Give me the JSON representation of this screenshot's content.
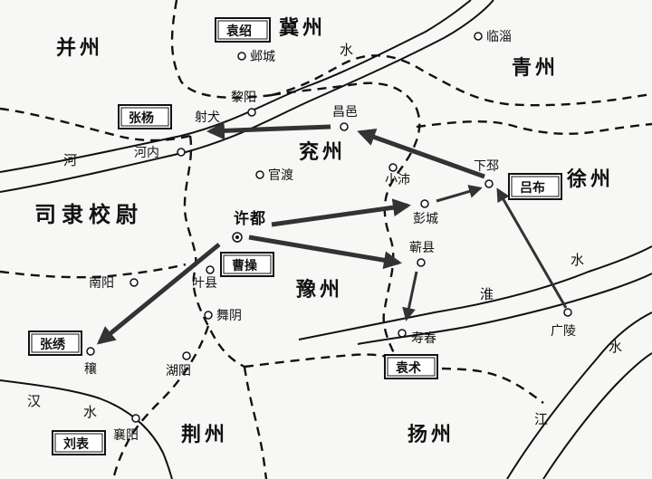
{
  "provinces": {
    "bingzhou": "并州",
    "jizhou": "冀州",
    "qingzhou": "青州",
    "yanzhou": "兖州",
    "xuzhou": "徐州",
    "silixiaowei": "司隶校尉",
    "yuzhou": "豫州",
    "jingzhou": "荆州",
    "yangzhou": "扬州"
  },
  "cities": {
    "yecheng": "邺城",
    "linzi": "临淄",
    "liyang": "黎阳",
    "shequan": "射犬",
    "changyi": "昌邑",
    "henei": "河内",
    "guandu": "官渡",
    "xiaopei": "小沛",
    "xiapi": "下邳",
    "pengcheng": "彭城",
    "xudu": "许都",
    "qixian": "蕲县",
    "nanyang": "南阳",
    "yexian": "叶县",
    "wuyin": "舞阴",
    "rang": "穰",
    "huyang": "湖阳",
    "xiangyang": "襄阳",
    "shouchun": "寿春",
    "guangling": "广陵"
  },
  "leaders": {
    "yuanshao": "袁绍",
    "zhangyang": "张杨",
    "lvbu": "吕布",
    "caocao": "曹操",
    "zhangxiu": "张绣",
    "yuanshu": "袁术",
    "liubiao": "刘表"
  },
  "rivers": {
    "shui_north": "水",
    "he_1": "河",
    "shui_east": "水",
    "huai": "淮",
    "han": "汉",
    "shui_han": "水",
    "jiang": "江",
    "shui_jiang": "水"
  }
}
